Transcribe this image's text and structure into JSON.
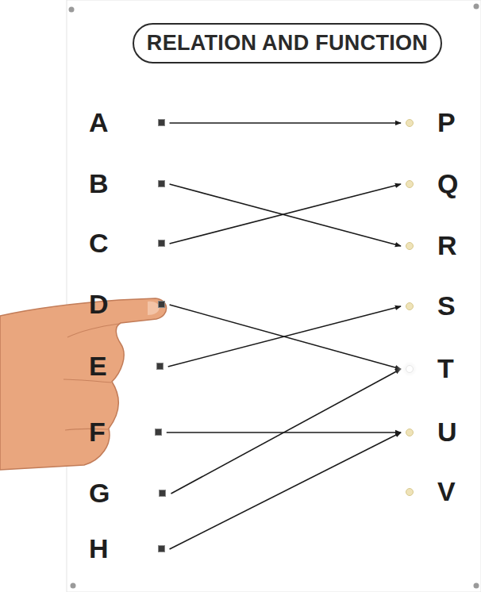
{
  "diagram": {
    "title": "RELATION AND FUNCTION",
    "nodes": [
      {
        "text": [
          "A"
        ]
      },
      {
        "text": [
          "B"
        ]
      },
      {
        "text": [
          "C"
        ]
      },
      {
        "text": [
          "D"
        ]
      },
      {
        "text": [
          "E"
        ]
      },
      {
        "text": [
          "F"
        ]
      },
      {
        "text": [
          "G"
        ]
      },
      {
        "text": [
          "H"
        ]
      },
      {
        "text": [
          "P"
        ]
      },
      {
        "text": [
          "Q"
        ]
      },
      {
        "text": [
          "R"
        ]
      },
      {
        "text": [
          "S"
        ]
      },
      {
        "text": [
          "T"
        ]
      },
      {
        "text": [
          "U"
        ]
      },
      {
        "text": [
          "V"
        ]
      }
    ],
    "edges": [
      {
        "from": 0,
        "to": 8,
        "arrow": "to"
      },
      {
        "from": 1,
        "to": 10,
        "arrow": "to"
      },
      {
        "from": 2,
        "to": 9,
        "arrow": "to"
      },
      {
        "from": 3,
        "to": 12,
        "arrow": "to"
      },
      {
        "from": 4,
        "to": 11,
        "arrow": "to"
      },
      {
        "from": 5,
        "to": 13,
        "arrow": "to"
      },
      {
        "from": 6,
        "to": 12,
        "arrow": "to"
      },
      {
        "from": 7,
        "to": 13,
        "arrow": "to"
      }
    ]
  }
}
